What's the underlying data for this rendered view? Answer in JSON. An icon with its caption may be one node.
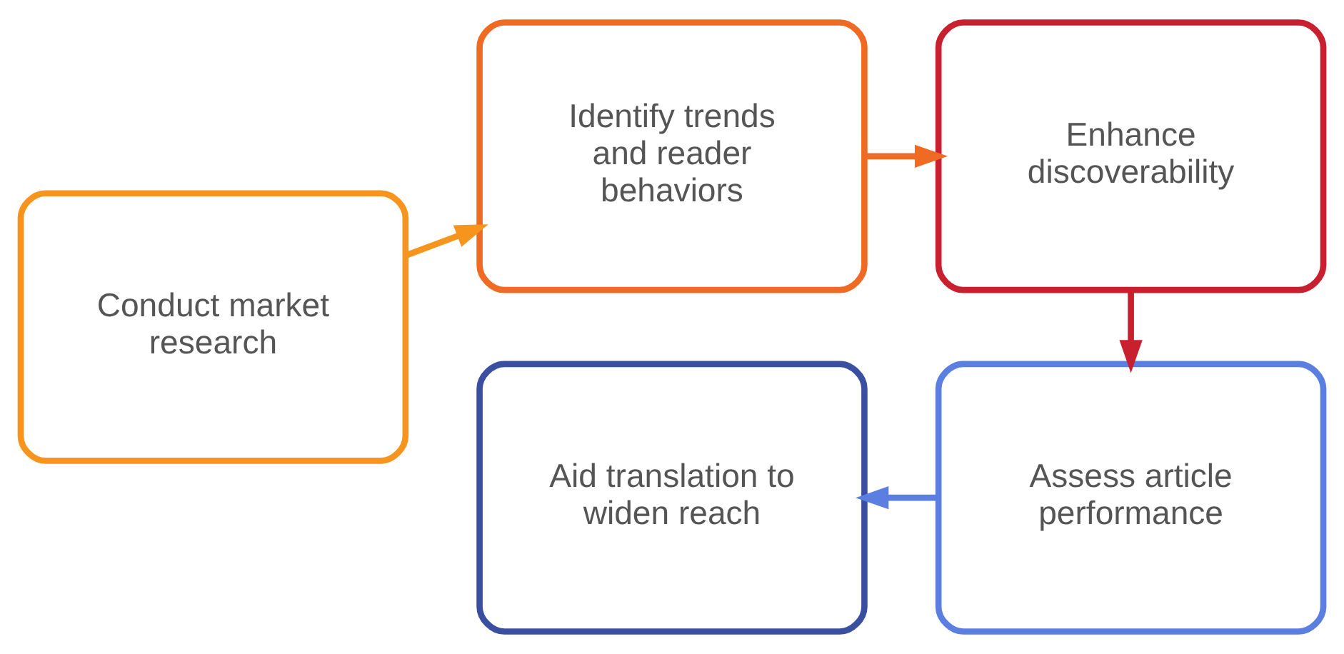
{
  "diagram": {
    "nodes": [
      {
        "text": [
          "Conduct market research"
        ]
      },
      {
        "text": [
          "Identify trends and reader behaviors"
        ]
      },
      {
        "text": [
          "Enhance discoverability"
        ]
      },
      {
        "text": [
          "Assess article performance"
        ]
      },
      {
        "text": [
          "Aid translation to widen reach"
        ]
      }
    ],
    "edges": [
      {
        "from": 0,
        "to": 1,
        "arrow": "to",
        "color": "#f7941d"
      },
      {
        "from": 1,
        "to": 2,
        "arrow": "to",
        "color": "#ef6a23"
      },
      {
        "from": 2,
        "to": 3,
        "arrow": "to",
        "color": "#c8202f"
      },
      {
        "from": 3,
        "to": 4,
        "arrow": "to",
        "color": "#5b7fe0"
      }
    ]
  }
}
